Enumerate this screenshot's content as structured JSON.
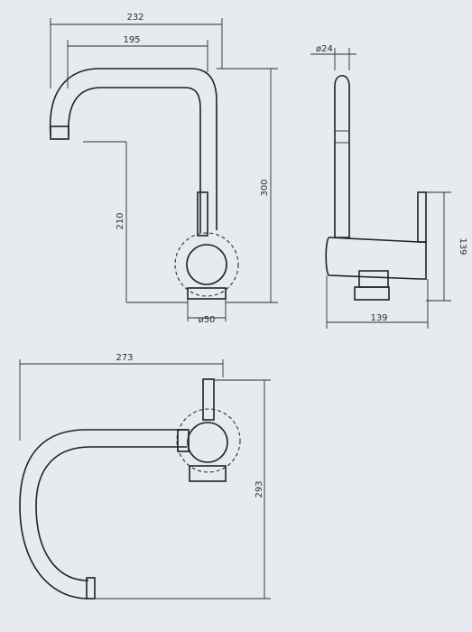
{
  "labels": {
    "front_width_total": "232",
    "front_width_spout": "195",
    "front_height_total": "300",
    "front_height_spout": "210",
    "base_diameter": "ø50",
    "side_spout_diameter": "ø24",
    "side_height_lever": "139",
    "side_depth": "139",
    "top_width": "273",
    "top_depth": "293"
  },
  "colors": {
    "background": "#e7eaee",
    "line": "#1f2227"
  }
}
